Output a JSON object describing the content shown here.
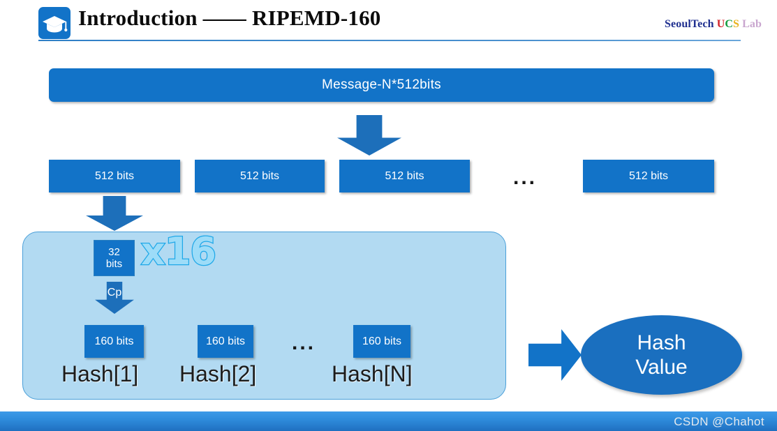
{
  "header": {
    "icon": "graduation-cap-icon",
    "title": "Introduction —— RIPEMD-160",
    "logo": {
      "seoultech": "SeoulTech",
      "u": "U",
      "c": "C",
      "s": "S",
      "lab": " Lab",
      "colors": {
        "seoultech": "#1f2f8f",
        "u": "#d2232a",
        "c": "#149a3d",
        "s": "#e8b11c",
        "lab": "#c9a6cf"
      }
    },
    "rule_color": "#2f7fc6"
  },
  "diagram": {
    "message_bar": "Message-N*512bits",
    "chunks": [
      {
        "label": "512 bits"
      },
      {
        "label": "512 bits"
      },
      {
        "label": "512 bits"
      },
      {
        "label": "512 bits"
      }
    ],
    "chunks_ellipsis": "...",
    "word_block": {
      "line1": "32",
      "line2": "bits"
    },
    "repeat_label": "x16",
    "compress_label": "Cp",
    "hash_blocks": [
      {
        "label": "160 bits"
      },
      {
        "label": "160 bits"
      },
      {
        "label": "160 bits"
      }
    ],
    "hash_ellipsis": "...",
    "hash_labels": [
      "Hash[1]",
      "Hash[2]",
      "Hash[N]"
    ],
    "output": {
      "line1": "Hash",
      "line2": "Value"
    },
    "colors": {
      "primary_blue": "#1273c8",
      "arrow_blue": "#1d6fba",
      "panel_fill": "#b2daf2",
      "panel_border": "#4a9fd8",
      "repeat_fill": "#9ddcf8",
      "repeat_stroke": "#1fa8e8",
      "ellipse_blue": "#1a6fbf"
    }
  },
  "footer": {
    "watermark": "CSDN @Chahot",
    "bar_color_top": "#3d9ae8",
    "bar_color_bottom": "#1f6fc0"
  }
}
